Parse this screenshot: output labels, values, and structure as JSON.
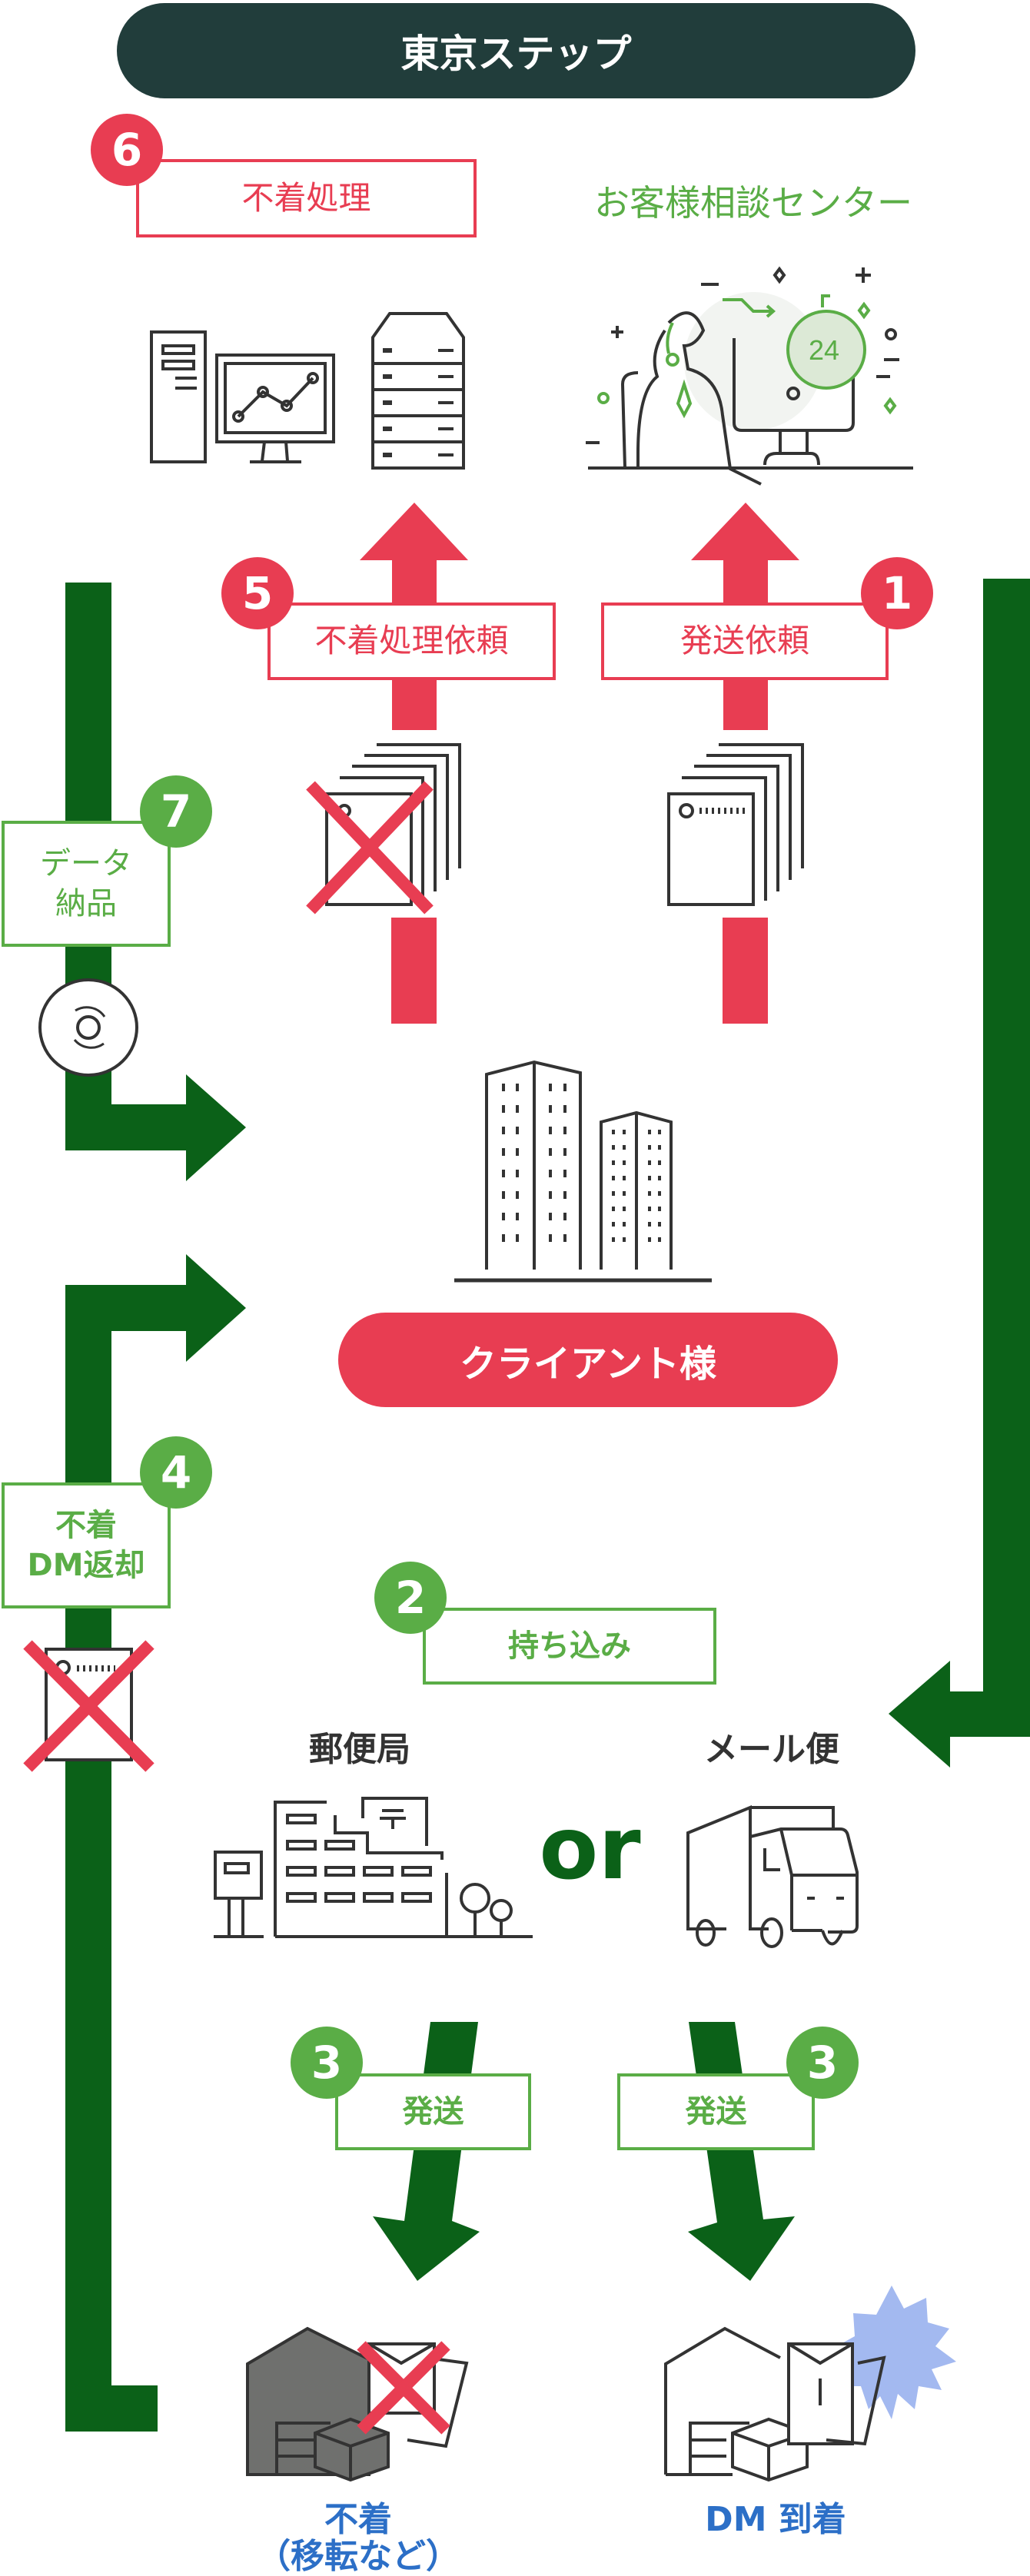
{
  "title": "東京ステップ",
  "colors": {
    "red": "#e83d52",
    "green": "#5aad46",
    "dark_green": "#0b6118",
    "title_bg": "#213d3b",
    "blue": "#2c6fc7",
    "star": "#a3b9f0"
  },
  "steps": {
    "s1": {
      "number": "1",
      "label": "発送依頼"
    },
    "s2": {
      "number": "2",
      "label": "持ち込み"
    },
    "s3a": {
      "number": "3",
      "label": "発送"
    },
    "s3b": {
      "number": "3",
      "label": "発送"
    },
    "s4": {
      "number": "4",
      "label_line1": "不着",
      "label_line2": "DM返却"
    },
    "s5": {
      "number": "5",
      "label": "不着処理依頼"
    },
    "s6": {
      "number": "6",
      "label": "不着処理"
    },
    "s7": {
      "number": "7",
      "label_line1": "データ",
      "label_line2": "納品"
    }
  },
  "support_center": {
    "label": "お客様相談センター",
    "clock": "24"
  },
  "client": {
    "label": "クライアント様"
  },
  "post_office": {
    "label": "郵便局"
  },
  "mail_service": {
    "label": "メール便"
  },
  "or_label": "or",
  "outcomes": {
    "undelivered_line1": "不着",
    "undelivered_line2": "（移転など）",
    "delivered": "DM 到着"
  }
}
